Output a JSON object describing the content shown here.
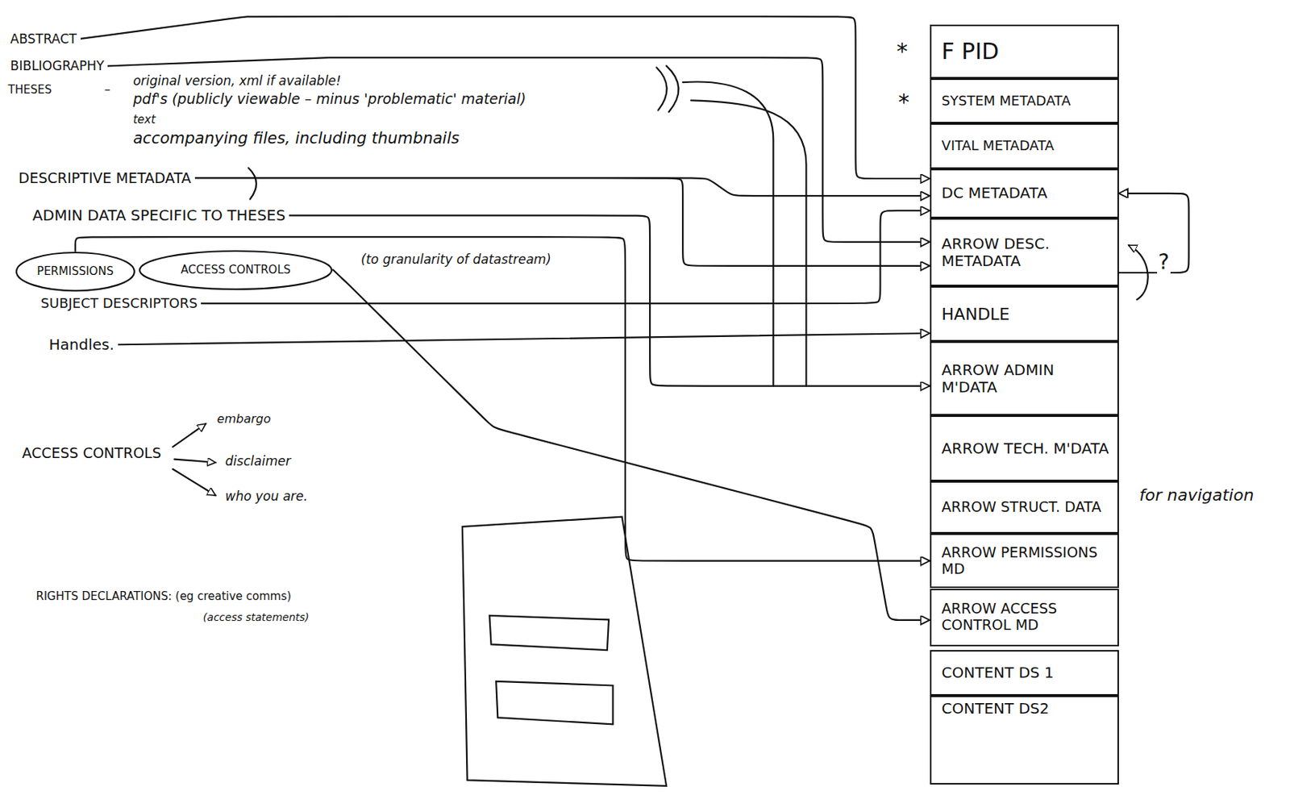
{
  "diagram": {
    "nodes": [
      {
        "text": [
          "ABSTRACT"
        ]
      },
      {
        "text": [
          "BIBLIOGRAPHY"
        ]
      },
      {
        "text": [
          "DESCRIPTIVE METADATA"
        ]
      },
      {
        "text": [
          "ADMIN DATA SPECIFIC TO THESES"
        ]
      },
      {
        "text": [
          "PERMISSIONS"
        ]
      },
      {
        "text": [
          "ACCESS CONTROLS"
        ]
      },
      {
        "text": [
          "SUBJECT DESCRIPTORS"
        ]
      },
      {
        "text": [
          "Handles."
        ]
      },
      {
        "text": [
          "F PID"
        ]
      },
      {
        "text": [
          "SYSTEM METADATA"
        ]
      },
      {
        "text": [
          "VITAL METADATA"
        ]
      },
      {
        "text": [
          "DC METADATA"
        ]
      },
      {
        "text": [
          "ARROW DESC. METADATA"
        ]
      },
      {
        "text": [
          "HANDLE"
        ]
      },
      {
        "text": [
          "ARROW ADMIN M'DATA"
        ]
      },
      {
        "text": [
          "ARROW TECH. M'DATA"
        ]
      },
      {
        "text": [
          "ARROW STRUCT. DATA"
        ]
      },
      {
        "text": [
          "ARROW PERMISSIONS MD"
        ]
      },
      {
        "text": [
          "ARROW ACCESS CONTROL MD"
        ]
      },
      {
        "text": [
          "CONTENT DS 1"
        ]
      },
      {
        "text": [
          "CONTENT DS2"
        ]
      }
    ],
    "edges": [
      {
        "from": 0,
        "to": 11,
        "arrow": "to"
      },
      {
        "from": 1,
        "to": 12,
        "arrow": "to"
      },
      {
        "from": 2,
        "to": 11,
        "arrow": "to"
      },
      {
        "from": 2,
        "to": 12,
        "arrow": "to"
      },
      {
        "from": 3,
        "to": 14,
        "arrow": "to"
      },
      {
        "from": 4,
        "to": 17,
        "arrow": "to"
      },
      {
        "from": 5,
        "to": 18,
        "arrow": "to"
      },
      {
        "from": 6,
        "to": 11,
        "arrow": "to"
      },
      {
        "from": 7,
        "to": 13,
        "arrow": "to"
      },
      {
        "from": 12,
        "to": 11,
        "arrow": "to"
      }
    ],
    "labels": [
      "THESES",
      "–",
      "original version, xml if available!",
      "pdf's (publicly viewable – minus 'problematic' material)",
      "text",
      "accompanying files, including thumbnails",
      "(to granularity of datastream)",
      "ACCESS CONTROLS",
      "embargo",
      "disclaimer",
      "who you are.",
      "RIGHTS DECLARATIONS: (eg creative comms)",
      "(access statements)",
      "*",
      "*",
      "?",
      "for navigation"
    ]
  }
}
